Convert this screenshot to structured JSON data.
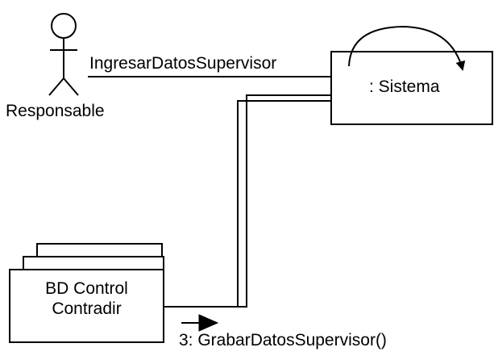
{
  "actor": {
    "name": "Responsable",
    "icon": "stick-figure-actor-icon"
  },
  "sistema": {
    "label": ": Sistema"
  },
  "database": {
    "line1": "BD Control",
    "line2": "Contradir"
  },
  "messages": {
    "actor_to_sistema": "IngresarDatosSupervisor",
    "bd_message": "3: GrabarDatosSupervisor()"
  },
  "colors": {
    "stroke": "#000000",
    "background": "#ffffff"
  }
}
